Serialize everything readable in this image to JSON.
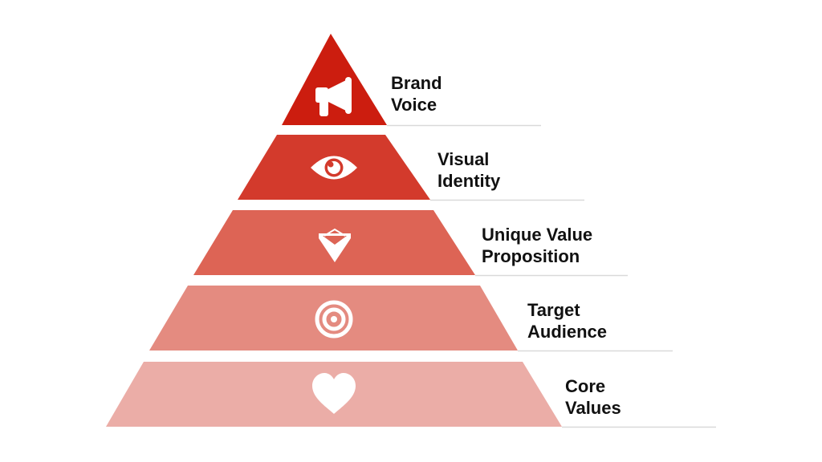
{
  "pyramid": {
    "tiers": [
      {
        "label_lines": [
          "Brand",
          "Voice"
        ],
        "icon": "megaphone-icon",
        "color": "#cc1d0f"
      },
      {
        "label_lines": [
          "Visual",
          "Identity"
        ],
        "icon": "eye-icon",
        "color": "#d33a2c"
      },
      {
        "label_lines": [
          "Unique Value",
          "Proposition"
        ],
        "icon": "diamond-icon",
        "color": "#dd6455"
      },
      {
        "label_lines": [
          "Target",
          "Audience"
        ],
        "icon": "target-icon",
        "color": "#e48b80"
      },
      {
        "label_lines": [
          "Core",
          "Values"
        ],
        "icon": "heart-icon",
        "color": "#ebada7"
      }
    ],
    "divider_color": "#d9d9d9",
    "icon_color": "#ffffff",
    "text_color": "#111111"
  }
}
